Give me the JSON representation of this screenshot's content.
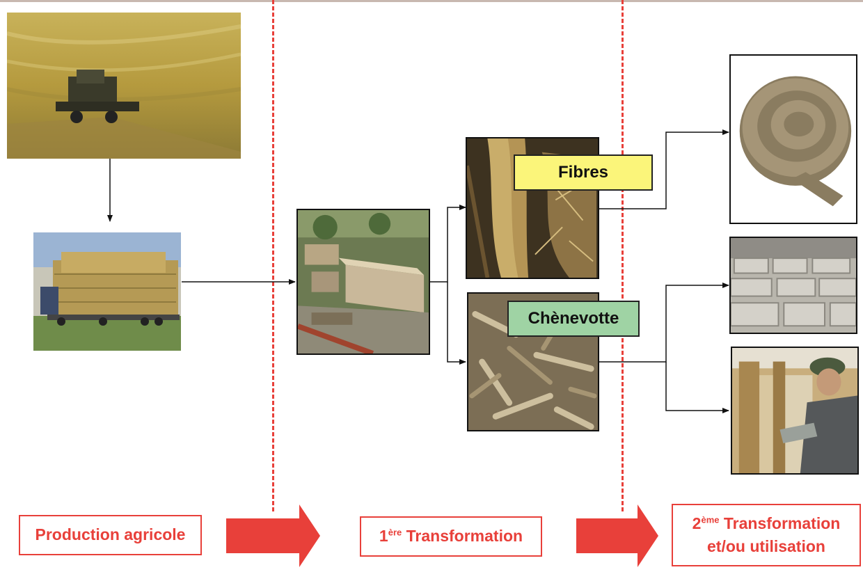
{
  "labels": {
    "fibres": "Fibres",
    "chenevotte": "Chènevotte"
  },
  "stages": {
    "agricultural": {
      "text": "Production agricole"
    },
    "first": {
      "ordinal": "1",
      "superscript": "ère",
      "text": " Transformation"
    },
    "second": {
      "ordinal": "2",
      "superscript": "ème",
      "line1": " Transformation",
      "line2": "et/ou utilisation"
    }
  },
  "colors": {
    "accent": "#e8403a",
    "fibres_tag": "#fbf57a",
    "chenevotte_tag": "#9fd3a4",
    "connector": "#111111"
  },
  "icons": {
    "harvest": "harvest-photo",
    "transport": "straw-bales-truck-photo",
    "factory": "processing-plant-photo",
    "fibres": "hemp-fibres-photo",
    "chenevotte": "hemp-shives-photo",
    "insulation": "insulation-roll-photo",
    "blocks": "hemp-concrete-blocks-photo",
    "construction": "hemp-wall-construction-photo"
  }
}
